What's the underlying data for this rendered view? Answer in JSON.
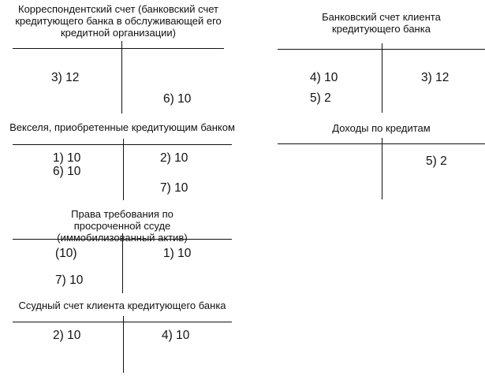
{
  "accounts": {
    "correspondent": {
      "title": "Корреспондентский счет (банковский счет кредитующего банка в обслуживающей его кредитной организации)",
      "debit": [
        "3) 12"
      ],
      "credit": [
        "6) 10"
      ]
    },
    "client_bank": {
      "title": "Банковский счет клиента кредитующего банка",
      "debit": [
        "4) 10",
        "5) 2"
      ],
      "credit": [
        "3) 12"
      ]
    },
    "bills": {
      "title": "Векселя, приобретенные кредитующим банком",
      "debit": [
        "1) 10",
        "6) 10"
      ],
      "credit": [
        "2) 10",
        "7) 10"
      ]
    },
    "loan_income": {
      "title": "Доходы по кредитам",
      "debit": [],
      "credit": [
        "5) 2"
      ]
    },
    "overdue_claims": {
      "title": "Права требования по просроченной ссуде (иммобилизованный актив)",
      "debit": [
        "(10)",
        "7) 10"
      ],
      "credit": [
        "1) 10"
      ]
    },
    "loan_account": {
      "title": "Ссудный счет клиента кредитующего банка",
      "debit": [
        "2) 10"
      ],
      "credit": [
        "4) 10"
      ]
    }
  }
}
